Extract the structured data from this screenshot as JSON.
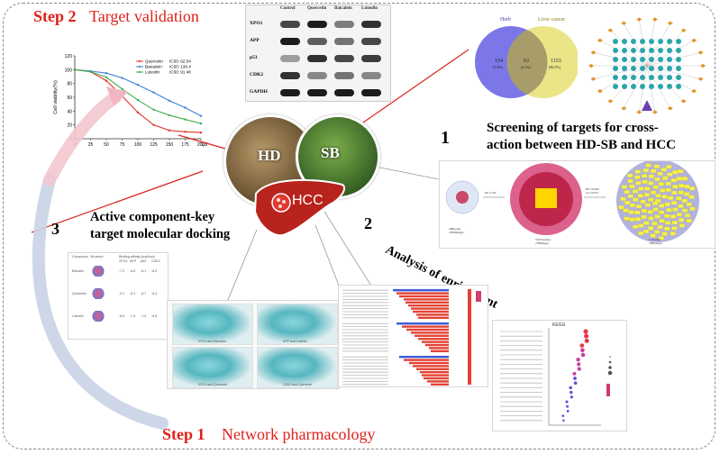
{
  "step2": {
    "label": "Step 2",
    "title": "Target validation"
  },
  "step1": {
    "label": "Step 1",
    "title": "Network pharmacology"
  },
  "herbs": {
    "hd": "HD",
    "sb": "SB",
    "hcc": "HCC"
  },
  "sections": {
    "n1": "1",
    "s1_line1": "Screening of targets for cross-",
    "s1_line2": "action between HD-SB and HCC",
    "n2": "2",
    "s2": "Analysis of enrichment",
    "n3": "3",
    "s3_line1": "Active component-key",
    "s3_line2": "target molecular docking"
  },
  "western_blot": {
    "columns": [
      "Control",
      "Quercetin",
      "Baicalein",
      "Luteolin"
    ],
    "rows": [
      "XPO1",
      "APP",
      "p53",
      "CDK2",
      "GAPDH"
    ]
  },
  "chart_data": {
    "type": "line",
    "ylabel": "Cell viability(%)",
    "xlabel": "(uM)",
    "x": [
      0,
      25,
      50,
      75,
      100,
      125,
      150,
      175,
      200
    ],
    "xticks": [
      "0",
      "25",
      "50",
      "75",
      "100",
      "125",
      "150",
      "175",
      "200"
    ],
    "yticks": [
      "0",
      "20",
      "40",
      "60",
      "80",
      "100",
      "120"
    ],
    "xlim": [
      0,
      200
    ],
    "ylim": [
      0,
      120
    ],
    "series": [
      {
        "name": "Quercetin",
        "ic50": "IC50: 62.54",
        "color": "#e4322b",
        "values": [
          100,
          97,
          84,
          62,
          38,
          20,
          12,
          10,
          9
        ]
      },
      {
        "name": "Baicalein",
        "ic50": "IC50: 138.4",
        "color": "#3f7fd6",
        "values": [
          100,
          98,
          95,
          88,
          78,
          67,
          55,
          45,
          33
        ]
      },
      {
        "name": "Luteolin",
        "ic50": "IC50: 91.48",
        "color": "#3cae4a",
        "values": [
          100,
          97,
          89,
          72,
          56,
          42,
          34,
          28,
          22
        ]
      }
    ]
  },
  "venn": {
    "left_label": "Herb",
    "right_label": "Liver cancer",
    "left_value": "154",
    "left_pct": "(9.4%)",
    "center_value": "63",
    "center_pct": "(4.1%)",
    "right_value": "1153",
    "right_pct": "(86.5%)"
  },
  "networks": {
    "n1_caption": "468nodes\n12848edges",
    "n2_caption": "53.9%nodes\n2788edges",
    "n3_caption": "113nodes\n1885edges",
    "arrow1": "DC>130",
    "arrow2": "BC>0.000\nCC>0.057"
  },
  "docking_table": {
    "headers": [
      "Compound",
      "Structure",
      "Binding affinity (kcal/mol)"
    ],
    "sub_headers": [
      "XPO1",
      "APP",
      "p53",
      "CDK2"
    ],
    "rows": [
      {
        "name": "Baicalin",
        "values": [
          "-7.2",
          "-8.6",
          "-8.1",
          "-8.0"
        ]
      },
      {
        "name": "Quercetin",
        "values": [
          "-9.1",
          "-8.1",
          "-8.7",
          "-8.4"
        ]
      },
      {
        "name": "Luteolin",
        "values": [
          "-8.9",
          "-7.8",
          "-7.5",
          "-8.6"
        ]
      }
    ]
  },
  "docking_panels": [
    "XPO1 and Baicalein",
    "APP and Luteolin",
    "XPO1 and Quercetin",
    "CDK2 and Quercetin"
  ],
  "kegg": {
    "title": "KEGG"
  }
}
